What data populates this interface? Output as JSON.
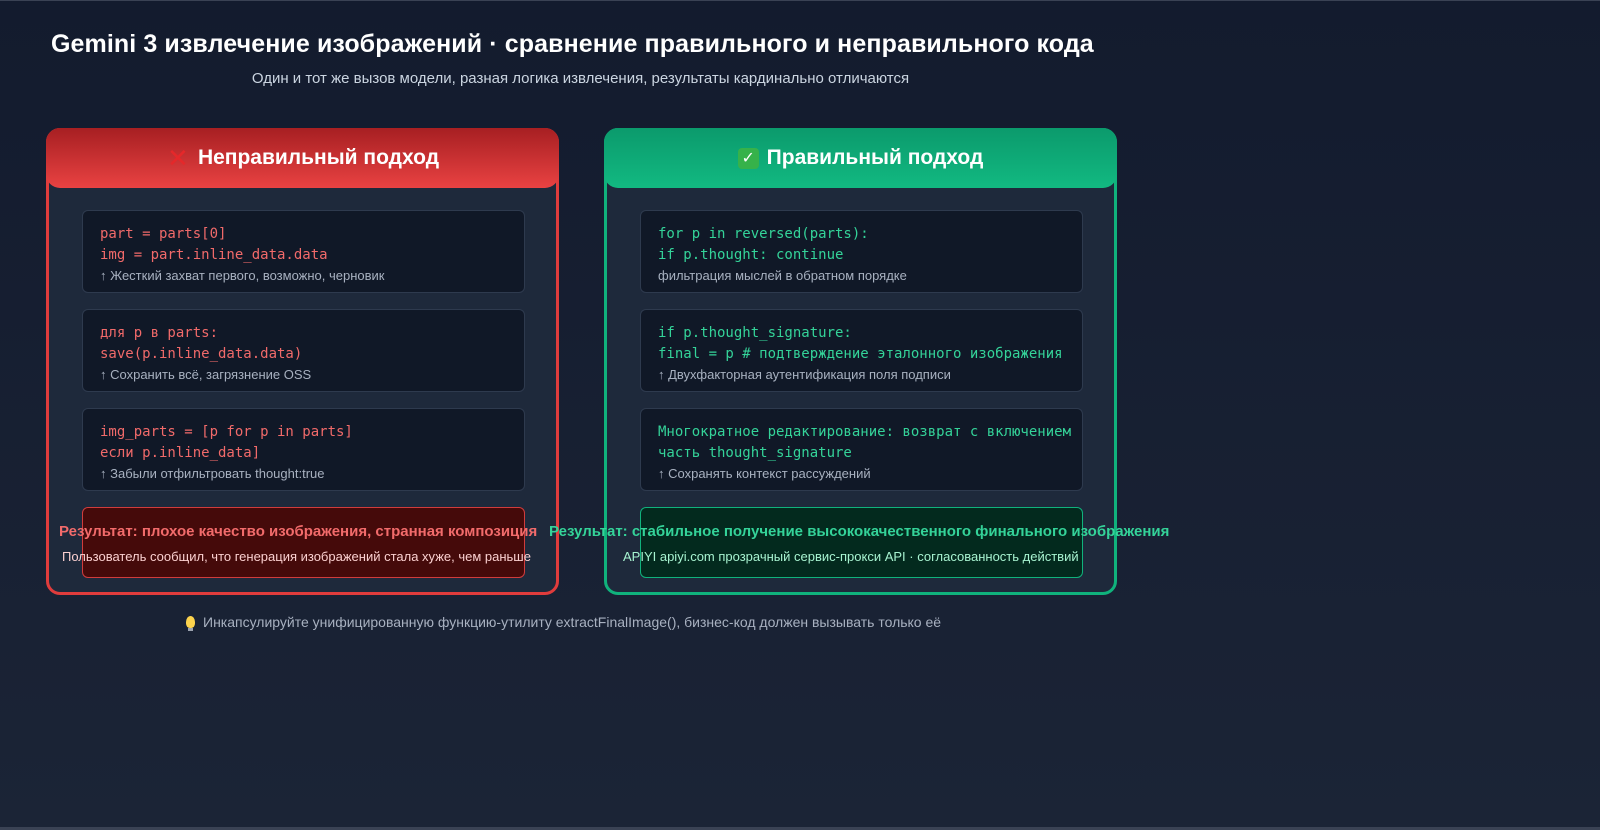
{
  "header": {
    "title": "Gemini 3 извлечение изображений · сравнение правильного и неправильного кода",
    "subtitle": "Один и тот же вызов модели, разная логика извлечения, результаты кардинально отличаются"
  },
  "colors": {
    "background": "#131b2e",
    "panel_bg": "#1e293b",
    "bad_accent": "#e03c3c",
    "good_accent": "#10b27c",
    "bad_code": "#f16a6a",
    "good_code": "#34d399"
  },
  "panels": {
    "bad": {
      "icon": "cross-mark-icon",
      "icon_glyph": "✕",
      "title": "Неправильный подход",
      "blocks": [
        {
          "lines": [
            "part = parts[0]",
            "img = part.inline_data.data"
          ],
          "note": "↑ Жесткий захват первого, возможно, черновик"
        },
        {
          "lines": [
            "для p в parts:",
            "save(p.inline_data.data)"
          ],
          "note": "↑ Сохранить всё, загрязнение OSS"
        },
        {
          "lines": [
            "img_parts = [p for p in parts]",
            "если p.inline_data]"
          ],
          "note": "↑ Забыли отфильтровать thought:true"
        }
      ],
      "result": {
        "title": "Результат: плохое качество изображения, странная композиция",
        "subtitle": "Пользователь сообщил, что генерация изображений стала хуже, чем раньше"
      }
    },
    "good": {
      "icon": "check-mark-icon",
      "icon_glyph": "✓",
      "title": "Правильный подход",
      "blocks": [
        {
          "lines": [
            "for p in reversed(parts):",
            "if p.thought: continue"
          ],
          "note": "фильтрация мыслей в обратном порядке"
        },
        {
          "lines": [
            "if p.thought_signature:",
            "final = p # подтверждение эталонного изображения"
          ],
          "note": "↑ Двухфакторная аутентификация поля подписи"
        },
        {
          "lines": [
            "Многократное редактирование: возврат с включением",
            "часть thought_signature"
          ],
          "note": "↑ Сохранять контекст рассуждений"
        }
      ],
      "result": {
        "title": "Результат: стабильное получение высококачественного финального изображения",
        "subtitle": "APIYI apiyi.com прозрачный сервис-прокси API · согласованность действий"
      }
    }
  },
  "footer": {
    "tip_icon": "lightbulb-icon",
    "tip": "Инкапсулируйте унифицированную функцию-утилиту extractFinalImage(), бизнес-код должен вызывать только её"
  }
}
